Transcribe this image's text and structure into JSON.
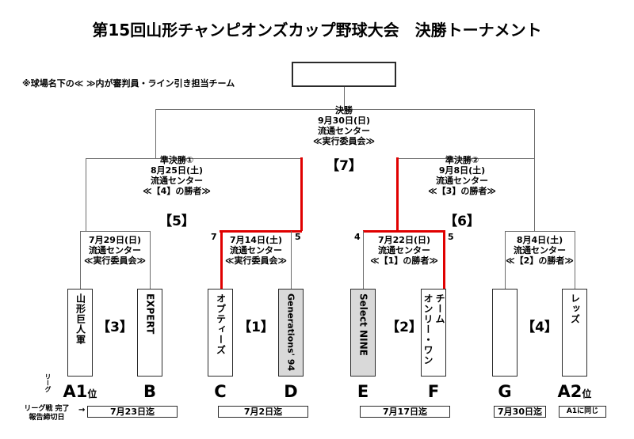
{
  "title": "第15回山形チャンピオンズカップ野球大会　決勝トーナメント",
  "note": "※球場名下の≪ ≫内が審判員・ライン引き担当チーム",
  "champion_box": {
    "label": ""
  },
  "final": {
    "round_label": "決勝",
    "date": "9月30日(日)",
    "venue": "流通センター",
    "officials": "≪実行委員会≫",
    "tag": "【7】"
  },
  "semifinals": [
    {
      "round_label": "準決勝①",
      "date": "8月25日(土)",
      "venue": "流通センター",
      "officials": "≪【4】の勝者≫",
      "tag": "【5】"
    },
    {
      "round_label": "準決勝②",
      "date": "9月8日(土)",
      "venue": "流通センター",
      "officials": "≪【3】の勝者≫",
      "tag": "【6】"
    }
  ],
  "quarterfinals": [
    {
      "date": "7月29日(日)",
      "venue": "流通センター",
      "officials": "≪実行委員会≫",
      "tag": "【3】",
      "score_left": "",
      "score_right": ""
    },
    {
      "date": "7月14日(土)",
      "venue": "流通センター",
      "officials": "≪実行委員会≫",
      "tag": "【1】",
      "score_left": "7",
      "score_right": "5"
    },
    {
      "date": "7月22日(日)",
      "venue": "流通センター",
      "officials": "≪【1】の勝者≫",
      "tag": "【2】",
      "score_left": "4",
      "score_right": "5"
    },
    {
      "date": "8月4日(土)",
      "venue": "流通センター",
      "officials": "≪【2】の勝者≫",
      "tag": "【4】",
      "score_left": "",
      "score_right": ""
    }
  ],
  "teams": [
    {
      "name": "山形巨人軍",
      "style": "white",
      "script": "jp"
    },
    {
      "name": "EXPERT",
      "style": "white",
      "script": "latin"
    },
    {
      "name": "オプティーズ",
      "style": "white",
      "script": "jp"
    },
    {
      "name": "Generations' 94",
      "style": "gray",
      "script": "latin"
    },
    {
      "name": "Select NINE",
      "style": "gray",
      "script": "latin"
    },
    {
      "name": "チーム",
      "name2": "オンリー・ワン",
      "style": "white",
      "script": "jp"
    },
    {
      "name": "",
      "style": "white",
      "script": "jp"
    },
    {
      "name": "レッズ",
      "style": "white",
      "script": "jp"
    }
  ],
  "groups": [
    {
      "letter": "A1",
      "rank": "位"
    },
    {
      "letter": "B",
      "rank": ""
    },
    {
      "letter": "C",
      "rank": ""
    },
    {
      "letter": "D",
      "rank": ""
    },
    {
      "letter": "E",
      "rank": ""
    },
    {
      "letter": "F",
      "rank": ""
    },
    {
      "letter": "G",
      "rank": ""
    },
    {
      "letter": "A2",
      "rank": "位"
    }
  ],
  "deadlines": [
    {
      "text": "7月23日迄"
    },
    {
      "text": "7月2日迄"
    },
    {
      "text": "7月17日迄"
    },
    {
      "text": "7月30日迄"
    },
    {
      "text": "A1に同じ"
    }
  ],
  "left_labels": {
    "league_vertical": "リーグ",
    "deadline_label": "リーグ戦 完了\n報告締切日",
    "deadline_label_line1": "リーグ戦 完了",
    "deadline_label_line2": "報告締切日",
    "arrow": "→"
  },
  "colors": {
    "line": "#6b6b6b",
    "box_border": "#2b2b2b",
    "winner_path": "#e00000",
    "eliminated_fill": "#d9d9d9",
    "background": "#ffffff"
  }
}
